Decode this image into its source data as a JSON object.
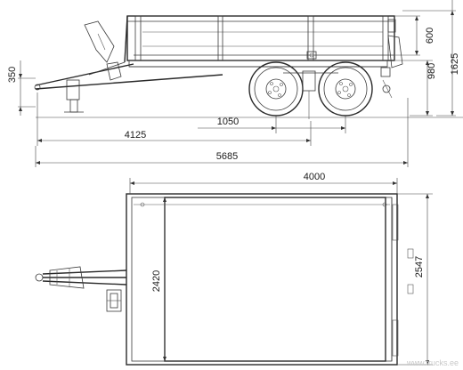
{
  "dimensions": {
    "drawbar_height": "350",
    "axle_spacing": "1050",
    "coupling_to_axle": "4125",
    "overall_length": "5685",
    "side_height": "600",
    "platform_height": "980",
    "overall_height": "1625",
    "body_length": "4000",
    "body_width": "2420",
    "overall_width": "2547"
  },
  "watermark": "www.trucks.ee"
}
